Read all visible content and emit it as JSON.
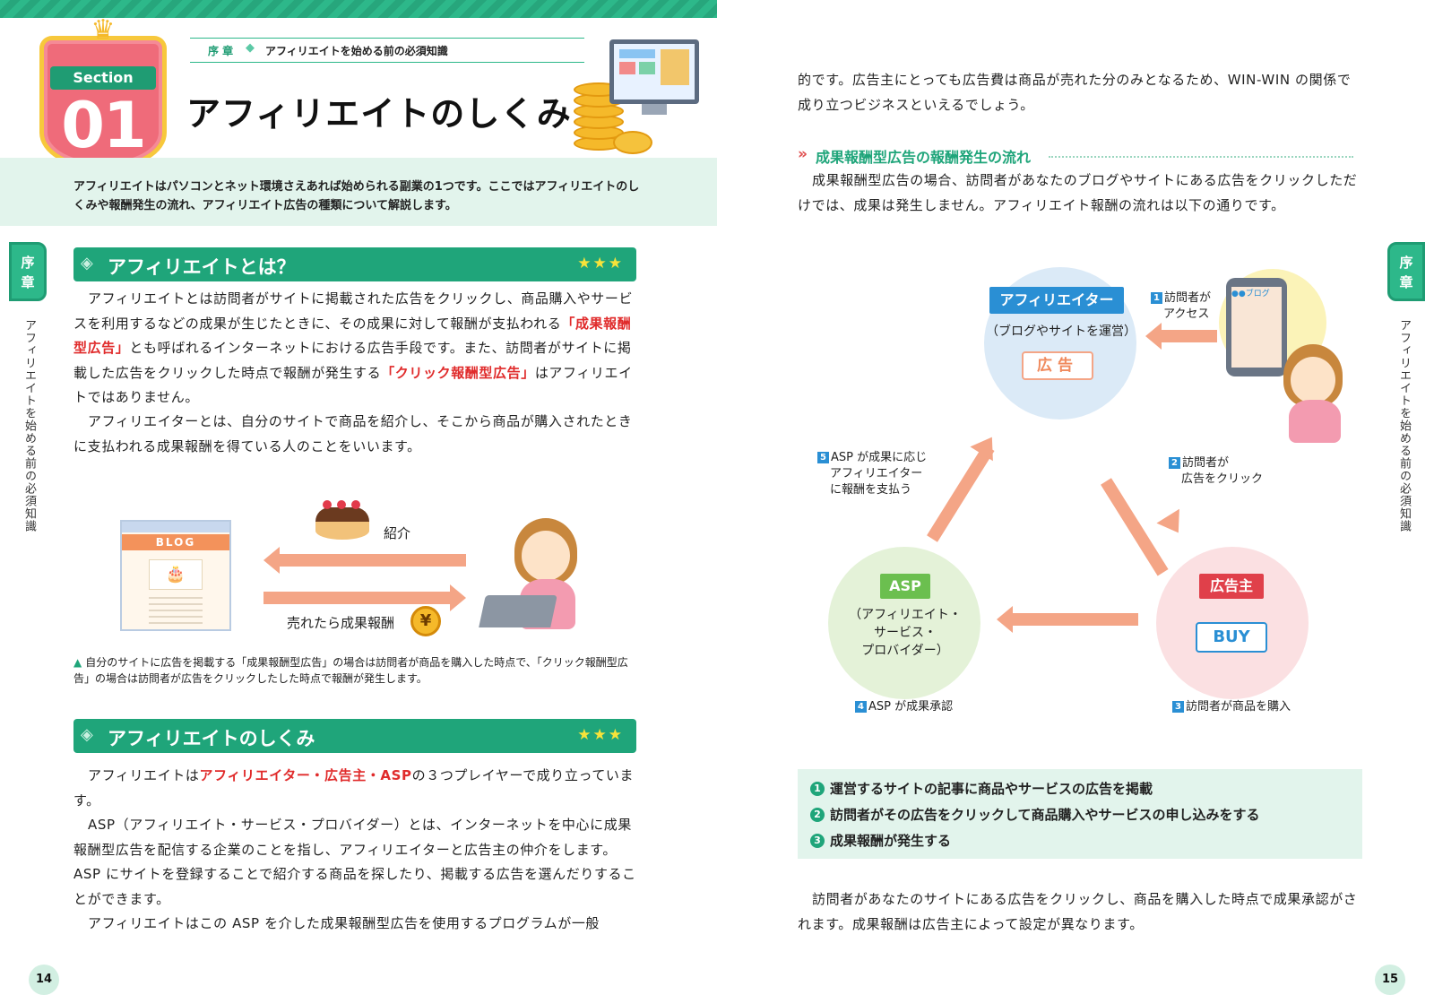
{
  "header": {
    "section_label": "Section",
    "section_number": "01",
    "chapter_label": "序 章",
    "chapter_title": "アフィリエイトを始める前の必須知識",
    "main_title": "アフィリエイトのしくみ",
    "intro": "アフィリエイトはパソコンとネット環境さえあれば始められる副業の1つです。ここではアフィリエイトのしくみや報酬発生の流れ、アフィリエイト広告の種類について解説します。"
  },
  "side": {
    "tab_line1": "序",
    "tab_line2": "章",
    "vertical_text": "アフィリエイトを始める前の必須知識"
  },
  "section1": {
    "heading": "アフィリエイトとは？",
    "stars": "★★★",
    "p1_a": "アフィリエイトとは訪問者がサイトに掲載された広告をクリックし、商品購入やサービスを利用するなどの成果が生じたときに、その成果に対して報酬が支払われる",
    "p1_red1": "「成果報酬型広告」",
    "p1_b": "とも呼ばれるインターネットにおける広告手段です。また、訪問者がサイトに掲載した広告をクリックした時点で報酬が発生する",
    "p1_red2": "「クリック報酬型広告」",
    "p1_c": "はアフィリエイトではありません。",
    "p2": "アフィリエイターとは、自分のサイトで商品を紹介し、そこから商品が購入されたときに支払われる成果報酬を得ている人のことをいいます。"
  },
  "figure1": {
    "blog_label": "BLOG",
    "introduce_label": "紹介",
    "reward_label": "売れたら成果報酬",
    "yen_symbol": "¥",
    "caption": "自分のサイトに広告を掲載する「成果報酬型広告」の場合は訪問者が商品を購入した時点で、「クリック報酬型広告」の場合は訪問者が広告をクリックしたした時点で報酬が発生します。"
  },
  "section2": {
    "heading": "アフィリエイトのしくみ",
    "stars": "★★★",
    "p1_a": "アフィリエイトは",
    "p1_red": "アフィリエイター・広告主・ASP",
    "p1_b": "の３つプレイヤーで成り立っています。",
    "p2": "ASP（アフィリエイト・サービス・プロバイダー）とは、インターネットを中心に成果報酬型広告を配信する企業のことを指し、アフィリエイターと広告主の仲介をします。ASP にサイトを登録することで紹介する商品を探したり、掲載する広告を選んだりすることができます。",
    "p3": "アフィリエイトはこの ASP を介した成果報酬型広告を使用するプログラムが一般"
  },
  "right": {
    "cont_text": "的です。広告主にとっても広告費は商品が売れた分のみとなるため、WIN-WIN の関係で成り立つビジネスといえるでしょう。",
    "subhead_mark": "»",
    "subhead": "成果報酬型広告の報酬発生の流れ",
    "sub_text": "成果報酬型広告の場合、訪問者があなたのブログやサイトにある広告をクリックしただけでは、成果は発生しません。アフィリエイト報酬の流れは以下の通りです。",
    "diagram": {
      "affiliate_tag": "アフィリエイター",
      "affiliate_sub": "（ブログやサイトを運営）",
      "ad_button": "広告",
      "asp_tag": "ASP",
      "asp_sub_1": "（アフィリエイト・",
      "asp_sub_2": "サービス・",
      "asp_sub_3": "プロバイダー）",
      "advertiser_tag": "広告主",
      "buy_button": "BUY",
      "phone_text": "●●ブログ",
      "step1_num": "1",
      "step1_1": "訪問者が",
      "step1_2": "アクセス",
      "step2_num": "2",
      "step2_1": "訪問者が",
      "step2_2": "広告をクリック",
      "step3_num": "3",
      "step3": "訪問者が商品を購入",
      "step4_num": "4",
      "step4": "ASP が成果承認",
      "step5_num": "5",
      "step5_1": "ASP が成果に応じ",
      "step5_2": "アフィリエイター",
      "step5_3": "に報酬を支払う"
    },
    "summary": [
      {
        "num": "1",
        "text": "運営するサイトの記事に商品やサービスの広告を掲載"
      },
      {
        "num": "2",
        "text": "訪問者がその広告をクリックして商品購入やサービスの申し込みをする"
      },
      {
        "num": "3",
        "text": "成果報酬が発生する"
      }
    ],
    "closing": "訪問者があなたのサイトにある広告をクリックし、商品を購入した時点で成果承認がされます。成果報酬は広告主によって設定が異なります。"
  },
  "page_numbers": {
    "left": "14",
    "right": "15"
  },
  "colors": {
    "green": "#1fa57a",
    "red": "#e02b2b",
    "blue": "#2a8fd4",
    "arrow": "#f4a586"
  }
}
